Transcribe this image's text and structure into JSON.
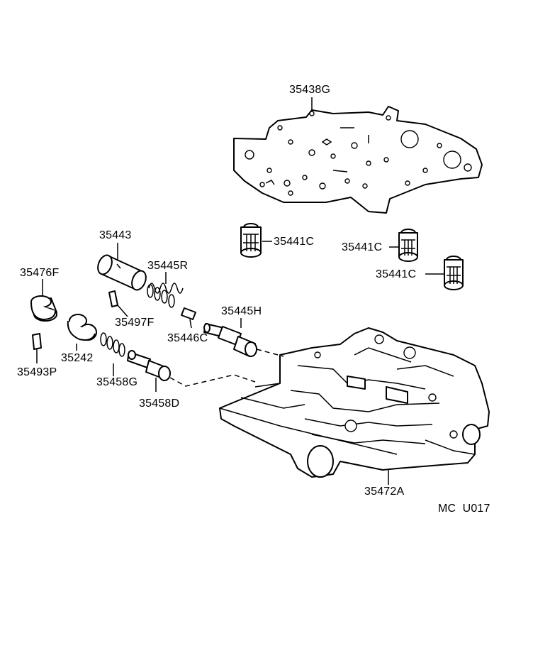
{
  "parts": {
    "p35438G": "35438G",
    "p35443": "35443",
    "p35445R": "35445R",
    "p35476F": "35476F",
    "p35497F": "35497F",
    "p35441C_a": "35441C",
    "p35441C_b": "35441C",
    "p35441C_c": "35441C",
    "p35445H": "35445H",
    "p35446C": "35446C",
    "p35242": "35242",
    "p35493P": "35493P",
    "p35458G": "35458G",
    "p35458D": "35458D",
    "p35472A": "35472A"
  },
  "footer": {
    "code": "MC  U017"
  }
}
